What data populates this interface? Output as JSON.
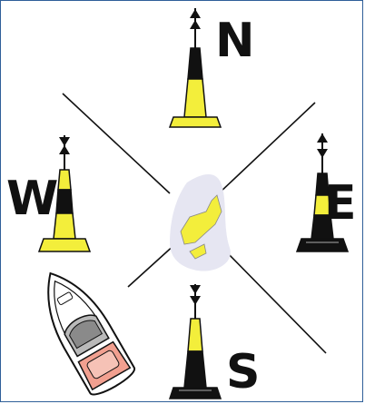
{
  "diagram": {
    "labels": {
      "north": "N",
      "west": "W",
      "east": "E",
      "south": "S"
    },
    "colors": {
      "frame": "#2f5f99",
      "line": "#111111",
      "yellow": "#f3ee3b",
      "black": "#111111",
      "hazard_bg": "#e6e6f2",
      "boat_red": "#f2a090",
      "boat_grey": "#a9a9a9"
    },
    "icons": [
      "north-cardinal-buoy-icon",
      "west-cardinal-buoy-icon",
      "east-cardinal-buoy-icon",
      "south-cardinal-buoy-icon",
      "hazard-icon",
      "boat-icon"
    ]
  }
}
